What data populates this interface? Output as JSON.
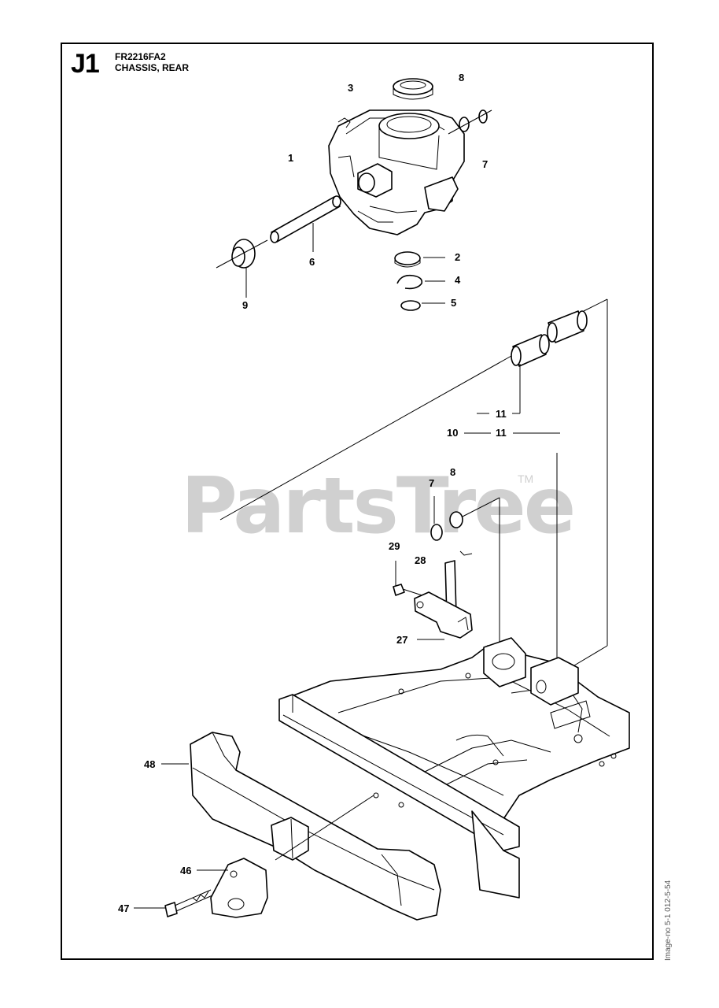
{
  "header": {
    "page_code": "J1",
    "model": "FR2216FA2",
    "section": "CHASSIS, REAR"
  },
  "watermark": {
    "text": "PartsTree",
    "tm": "TM"
  },
  "image_id": "Image-no 5-1 012-5-54",
  "callouts": [
    "3",
    "8",
    "1",
    "7",
    "6",
    "2",
    "4",
    "9",
    "5",
    "11",
    "10",
    "11",
    "8",
    "7",
    "29",
    "28",
    "27",
    "48",
    "46",
    "47"
  ]
}
